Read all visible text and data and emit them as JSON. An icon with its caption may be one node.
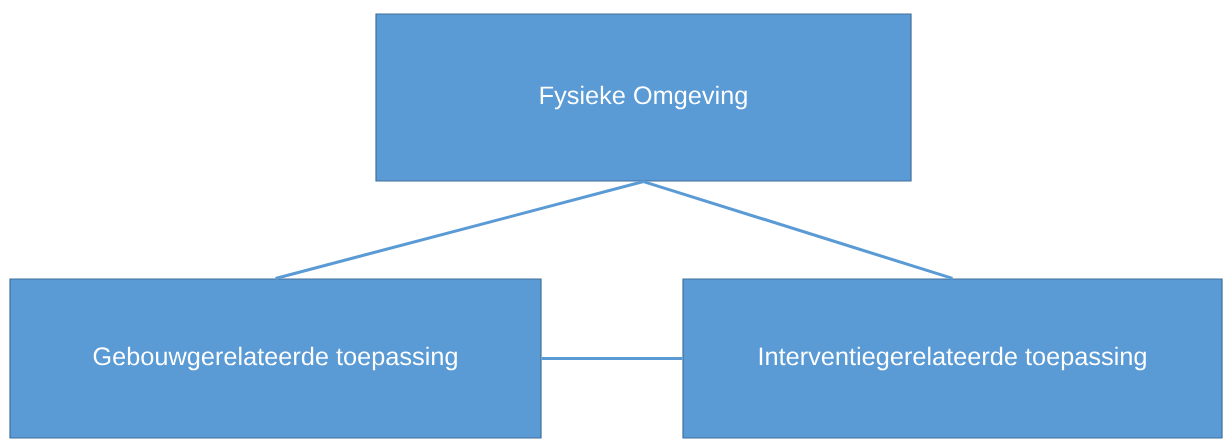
{
  "diagram": {
    "nodes": [
      {
        "text": [
          "Fysieke Omgeving"
        ]
      },
      {
        "text": [
          "Gebouwgerelateerde toepassing"
        ]
      },
      {
        "text": [
          "Interventiegerelateerde toepassing"
        ]
      }
    ],
    "edges": [
      {
        "from": 0,
        "to": 1,
        "arrow": "none"
      },
      {
        "from": 0,
        "to": 2,
        "arrow": "none"
      },
      {
        "from": 1,
        "to": 2,
        "arrow": "none"
      }
    ]
  }
}
